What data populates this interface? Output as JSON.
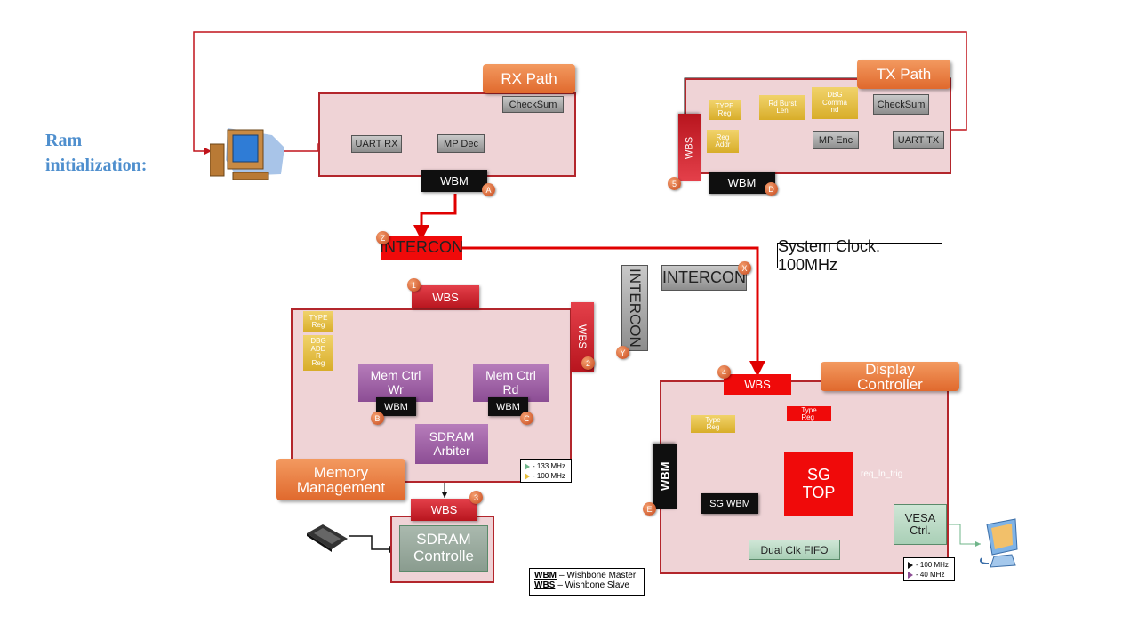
{
  "left_label": {
    "line1": "Ram",
    "line2": "initialization:"
  },
  "rx_path": {
    "title": "RX Path",
    "checksum": "CheckSum",
    "uart_rx": "UART RX",
    "mp_dec": "MP Dec",
    "wbm": "WBM",
    "badge": "A"
  },
  "tx_path": {
    "title": "TX Path",
    "wbs": "WBS",
    "wbs_badge": "5",
    "type_reg": "TYPE\nReg",
    "rd_burst_len": "Rd Burst\nLen",
    "dbg_command": "DBG\nComma\nnd",
    "checksum": "CheckSum",
    "reg_addr": "Reg\nAddr",
    "mp_enc": "MP Enc",
    "uart_tx": "UART TX",
    "wbm": "WBM",
    "wbm_badge": "D"
  },
  "intercon_z": {
    "label": "INTERCON",
    "badge": "Z"
  },
  "intercon_x": {
    "label": "INTERCON",
    "badge": "X"
  },
  "intercon_y": {
    "label": "INTERCON",
    "badge": "Y"
  },
  "system_clock": "System Clock: 100MHz",
  "memory": {
    "title": "Memory\nManagement",
    "wbs_top": "WBS",
    "wbs_top_badge": "1",
    "wbs_right": "WBS",
    "wbs_right_badge": "2",
    "type_reg": "TYPE\nReg",
    "dbg_addr_reg": "DBG\nADD\nR\nReg",
    "mem_ctrl_wr": "Mem Ctrl\nWr",
    "mem_ctrl_rd": "Mem Ctrl\nRd",
    "wbm_b": "WBM",
    "badge_b": "B",
    "wbm_c": "WBM",
    "badge_c": "C",
    "arbiter": "SDRAM\nArbiter",
    "legend": [
      "- 133 MHz",
      "- 100 MHz"
    ]
  },
  "sdram": {
    "wbs": "WBS",
    "badge": "3",
    "controller": "SDRAM\nControlle"
  },
  "display": {
    "title": "Display\nController",
    "wbs": "WBS",
    "wbs_badge": "4",
    "type_reg_red": "Type\nReg",
    "type_reg_yellow": "Type\nReg",
    "wbm": "WBM",
    "wbm_badge": "E",
    "sg_wbm": "SG WBM",
    "sg_top": "SG\nTOP",
    "req_ln_trig": "req_ln_trig",
    "vesa": "VESA\nCtrl.",
    "fifo": "Dual Clk FIFO",
    "legend": [
      "- 100 MHz",
      "- 40 MHz"
    ]
  },
  "wb_legend": {
    "wbm_abbr": "WBM",
    "wbm_text": " – Wishbone Master",
    "wbs_abbr": "WBS",
    "wbs_text": " – Wishbone Slave"
  },
  "colors": {
    "region_fill": "#efd3d6",
    "region_border": "#b3262c",
    "bus_red": "#e00000",
    "arrow_orange": "#e8813a",
    "arrow_green": "#6fb58a"
  }
}
